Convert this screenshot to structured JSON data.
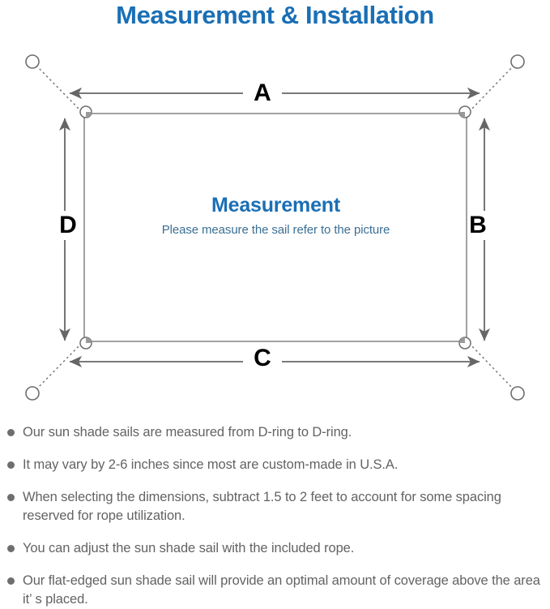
{
  "page": {
    "title": "Measurement & Installation",
    "title_color": "#1a6fb5"
  },
  "diagram": {
    "name": "shade-sail-measurement-diagram",
    "center_heading": "Measurement",
    "center_subtext": "Please measure the sail refer to the picture",
    "heading_color": "#1a6fb5",
    "subtext_color": "#3b6f94",
    "line_color": "#808080",
    "arrow_color": "#666666",
    "dimension_labels": {
      "top": "A",
      "right": "B",
      "bottom": "C",
      "left": "D"
    },
    "hardware": {
      "anchor_point_label": "anchor-ring",
      "d_ring_label": "d-ring",
      "anchor_count": 4,
      "d_ring_count": 4,
      "rope_style": "dotted"
    }
  },
  "notes": {
    "bullet_color": "#6e6e6e",
    "text_color": "#636363",
    "items": [
      "Our sun shade sails are measured from D-ring to D-ring.",
      "It may vary by 2-6 inches since most are custom-made in U.S.A.",
      "When selecting the dimensions, subtract 1.5 to 2 feet to account for some spacing reserved for rope utilization.",
      "You can adjust the sun shade sail with the included rope.",
      "Our flat-edged sun shade sail will provide an optimal amount of coverage above the area it’  s placed."
    ]
  }
}
